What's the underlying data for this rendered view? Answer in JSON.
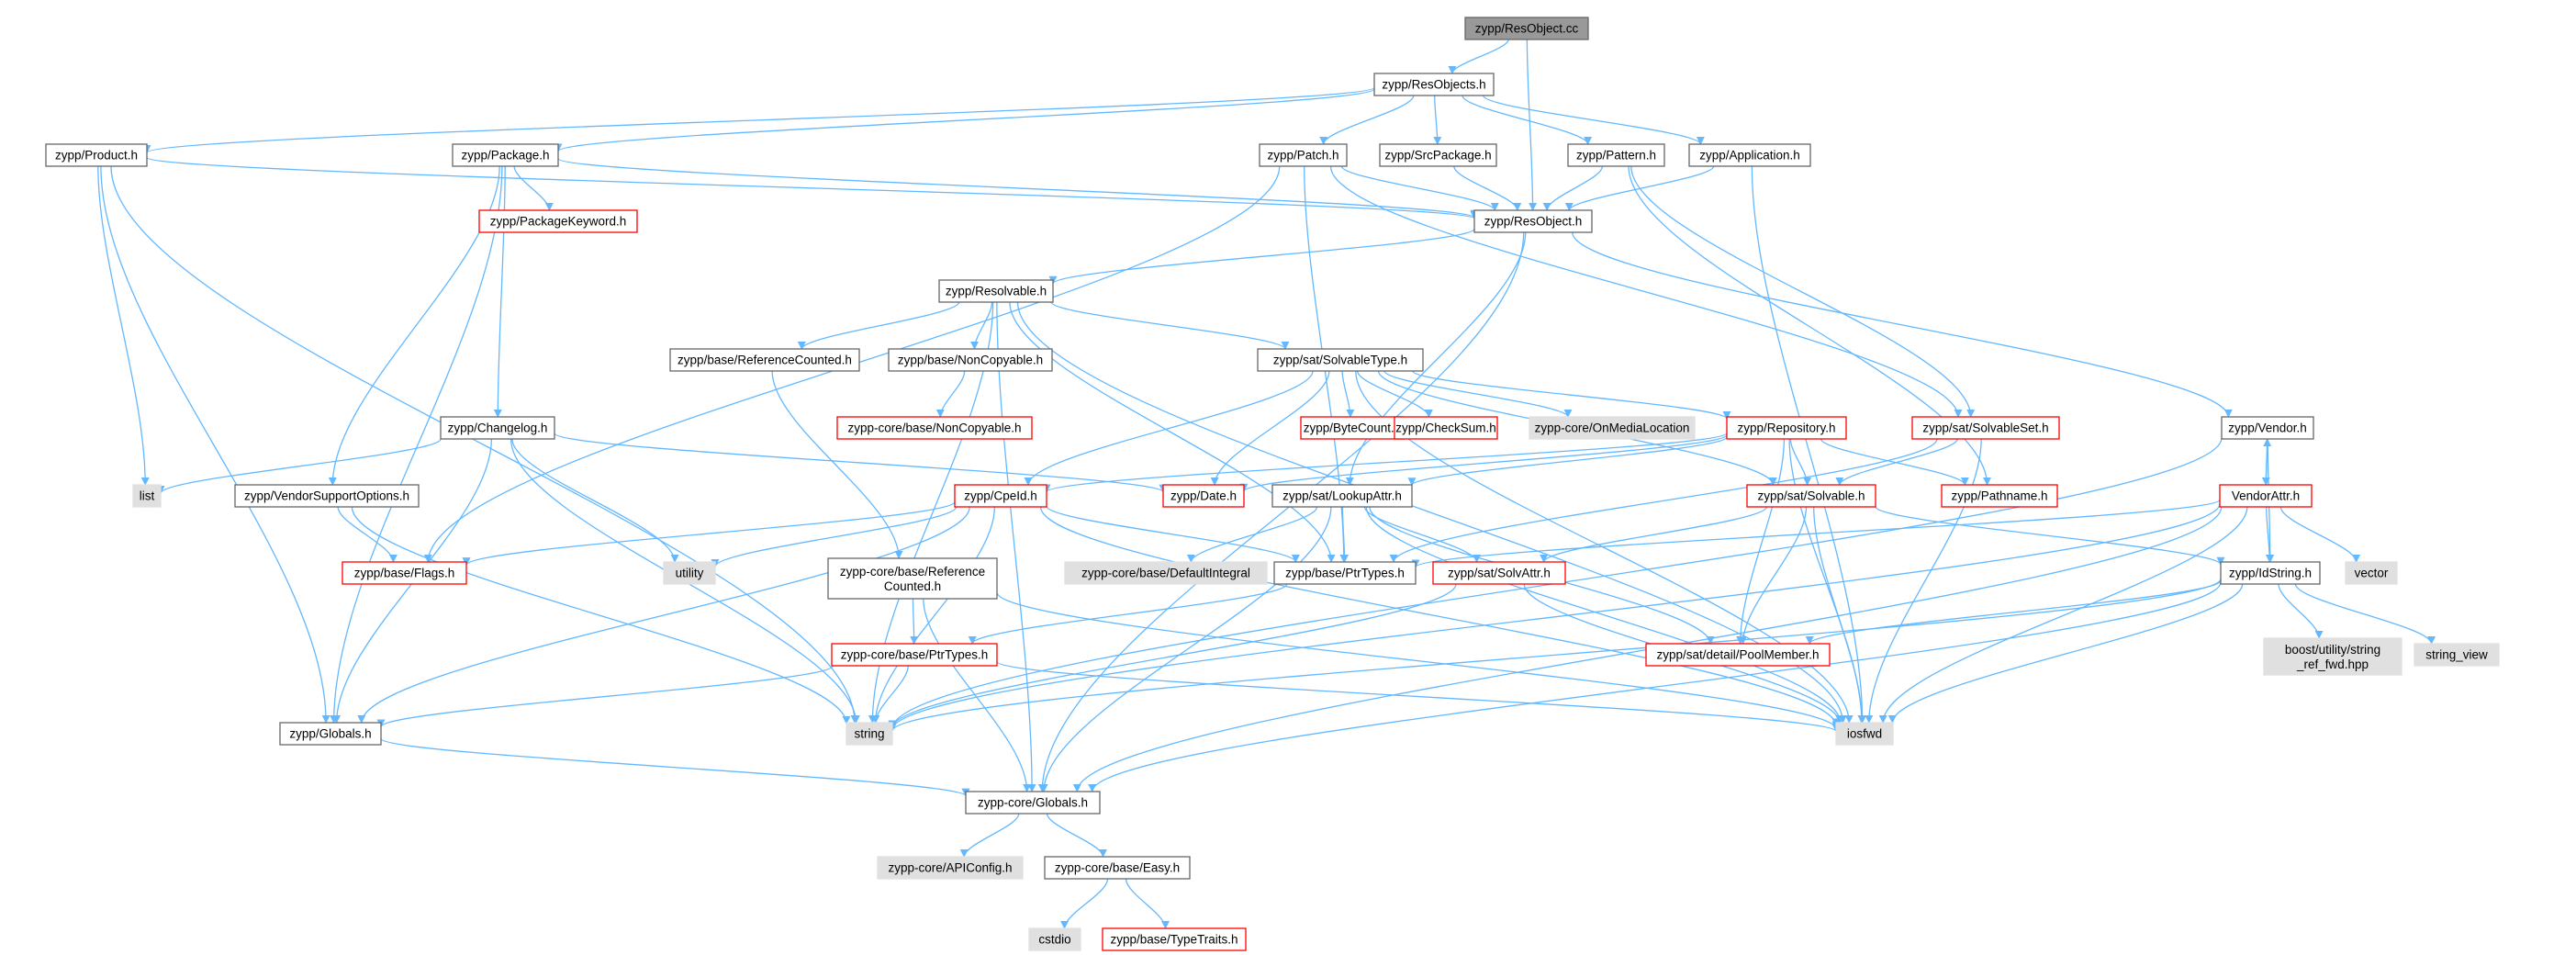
{
  "colors": {
    "edge": "#63b8ff",
    "root_fill": "#999999",
    "root_border": "#666666",
    "normal_fill": "#ffffff",
    "normal_border": "#666666",
    "missing_fill": "#ffffff",
    "missing_border": "#ff0000",
    "external_fill": "#e0e0e0",
    "external_border": "#e0e0e0"
  },
  "nodes": [
    {
      "id": "resobject_cc",
      "label": "zypp/ResObject.cc",
      "kind": "root"
    },
    {
      "id": "resobjects_h",
      "label": "zypp/ResObjects.h",
      "kind": "normal"
    },
    {
      "id": "product_h",
      "label": "zypp/Product.h",
      "kind": "normal"
    },
    {
      "id": "package_h",
      "label": "zypp/Package.h",
      "kind": "normal"
    },
    {
      "id": "patch_h",
      "label": "zypp/Patch.h",
      "kind": "normal"
    },
    {
      "id": "srcpackage_h",
      "label": "zypp/SrcPackage.h",
      "kind": "normal"
    },
    {
      "id": "pattern_h",
      "label": "zypp/Pattern.h",
      "kind": "normal"
    },
    {
      "id": "application_h",
      "label": "zypp/Application.h",
      "kind": "normal"
    },
    {
      "id": "packagekeyword_h",
      "label": "zypp/PackageKeyword.h",
      "kind": "missing"
    },
    {
      "id": "resobject_h",
      "label": "zypp/ResObject.h",
      "kind": "normal"
    },
    {
      "id": "resolvable_h",
      "label": "zypp/Resolvable.h",
      "kind": "normal"
    },
    {
      "id": "refcounted_h",
      "label": "zypp/base/ReferenceCounted.h",
      "kind": "normal"
    },
    {
      "id": "noncopyable_h",
      "label": "zypp/base/NonCopyable.h",
      "kind": "normal"
    },
    {
      "id": "solvabletype_h",
      "label": "zypp/sat/SolvableType.h",
      "kind": "normal"
    },
    {
      "id": "core_noncopyable_h",
      "label": "zypp-core/base/NonCopyable.h",
      "kind": "missing"
    },
    {
      "id": "changelog_h",
      "label": "zypp/Changelog.h",
      "kind": "normal"
    },
    {
      "id": "bytecount_h",
      "label": "zypp/ByteCount.h",
      "kind": "missing"
    },
    {
      "id": "checksum_h",
      "label": "zypp/CheckSum.h",
      "kind": "missing"
    },
    {
      "id": "onmedialocation",
      "label": "zypp-core/OnMediaLocation",
      "kind": "external"
    },
    {
      "id": "repository_h",
      "label": "zypp/Repository.h",
      "kind": "missing"
    },
    {
      "id": "solvableset_h",
      "label": "zypp/sat/SolvableSet.h",
      "kind": "missing"
    },
    {
      "id": "vendor_h",
      "label": "zypp/Vendor.h",
      "kind": "normal"
    },
    {
      "id": "list",
      "label": "list",
      "kind": "external"
    },
    {
      "id": "vendorsupport_h",
      "label": "zypp/VendorSupportOptions.h",
      "kind": "normal"
    },
    {
      "id": "cpeid_h",
      "label": "zypp/CpeId.h",
      "kind": "missing"
    },
    {
      "id": "date_h",
      "label": "zypp/Date.h",
      "kind": "missing"
    },
    {
      "id": "lookupattr_h",
      "label": "zypp/sat/LookupAttr.h",
      "kind": "normal"
    },
    {
      "id": "solvable_h",
      "label": "zypp/sat/Solvable.h",
      "kind": "missing"
    },
    {
      "id": "pathname_h",
      "label": "zypp/Pathname.h",
      "kind": "missing"
    },
    {
      "id": "vendorattr_h",
      "label": "VendorAttr.h",
      "kind": "missing"
    },
    {
      "id": "flags_h",
      "label": "zypp/base/Flags.h",
      "kind": "missing"
    },
    {
      "id": "utility",
      "label": "utility",
      "kind": "external"
    },
    {
      "id": "core_refcounted_h",
      "label": "zypp-core/base/Reference\nCounted.h",
      "kind": "normal"
    },
    {
      "id": "defaultintegral",
      "label": "zypp-core/base/DefaultIntegral",
      "kind": "external"
    },
    {
      "id": "ptrtypes_h",
      "label": "zypp/base/PtrTypes.h",
      "kind": "normal"
    },
    {
      "id": "solvattr_h",
      "label": "zypp/sat/SolvAttr.h",
      "kind": "missing"
    },
    {
      "id": "idstring_h",
      "label": "zypp/IdString.h",
      "kind": "normal"
    },
    {
      "id": "vector",
      "label": "vector",
      "kind": "external"
    },
    {
      "id": "core_ptrtypes_h",
      "label": "zypp-core/base/PtrTypes.h",
      "kind": "missing"
    },
    {
      "id": "poolmember_h",
      "label": "zypp/sat/detail/PoolMember.h",
      "kind": "missing"
    },
    {
      "id": "string_ref_fwd",
      "label": "boost/utility/string\n_ref_fwd.hpp",
      "kind": "external"
    },
    {
      "id": "string_view",
      "label": "string_view",
      "kind": "external"
    },
    {
      "id": "globals_h",
      "label": "zypp/Globals.h",
      "kind": "normal"
    },
    {
      "id": "string",
      "label": "string",
      "kind": "external"
    },
    {
      "id": "iosfwd",
      "label": "iosfwd",
      "kind": "external"
    },
    {
      "id": "core_globals_h",
      "label": "zypp-core/Globals.h",
      "kind": "normal"
    },
    {
      "id": "apiconfig_h",
      "label": "zypp-core/APIConfig.h",
      "kind": "external"
    },
    {
      "id": "easy_h",
      "label": "zypp-core/base/Easy.h",
      "kind": "normal"
    },
    {
      "id": "cstdio",
      "label": "cstdio",
      "kind": "external"
    },
    {
      "id": "typetraits_h",
      "label": "zypp/base/TypeTraits.h",
      "kind": "missing"
    }
  ],
  "edges": [
    [
      "resobject_cc",
      "resobjects_h"
    ],
    [
      "resobject_cc",
      "resobject_h"
    ],
    [
      "resobjects_h",
      "product_h"
    ],
    [
      "resobjects_h",
      "package_h"
    ],
    [
      "resobjects_h",
      "patch_h"
    ],
    [
      "resobjects_h",
      "srcpackage_h"
    ],
    [
      "resobjects_h",
      "pattern_h"
    ],
    [
      "resobjects_h",
      "application_h"
    ],
    [
      "product_h",
      "resobject_h"
    ],
    [
      "product_h",
      "list"
    ],
    [
      "product_h",
      "globals_h"
    ],
    [
      "product_h",
      "string"
    ],
    [
      "package_h",
      "packagekeyword_h"
    ],
    [
      "package_h",
      "resobject_h"
    ],
    [
      "package_h",
      "changelog_h"
    ],
    [
      "package_h",
      "vendorsupport_h"
    ],
    [
      "package_h",
      "globals_h"
    ],
    [
      "patch_h",
      "resobject_h"
    ],
    [
      "patch_h",
      "flags_h"
    ],
    [
      "patch_h",
      "solvableset_h"
    ],
    [
      "patch_h",
      "ptrtypes_h"
    ],
    [
      "srcpackage_h",
      "resobject_h"
    ],
    [
      "pattern_h",
      "resobject_h"
    ],
    [
      "pattern_h",
      "solvableset_h"
    ],
    [
      "pattern_h",
      "pathname_h"
    ],
    [
      "application_h",
      "resobject_h"
    ],
    [
      "application_h",
      "iosfwd"
    ],
    [
      "resobject_h",
      "resolvable_h"
    ],
    [
      "resobject_h",
      "vendor_h"
    ],
    [
      "resobject_h",
      "lookupattr_h"
    ],
    [
      "resobject_h",
      "core_globals_h"
    ],
    [
      "resolvable_h",
      "refcounted_h"
    ],
    [
      "resolvable_h",
      "noncopyable_h"
    ],
    [
      "resolvable_h",
      "solvabletype_h"
    ],
    [
      "resolvable_h",
      "ptrtypes_h"
    ],
    [
      "resolvable_h",
      "string"
    ],
    [
      "resolvable_h",
      "iosfwd"
    ],
    [
      "resolvable_h",
      "core_globals_h"
    ],
    [
      "refcounted_h",
      "core_refcounted_h"
    ],
    [
      "noncopyable_h",
      "core_noncopyable_h"
    ],
    [
      "solvabletype_h",
      "bytecount_h"
    ],
    [
      "solvabletype_h",
      "checksum_h"
    ],
    [
      "solvabletype_h",
      "onmedialocation"
    ],
    [
      "solvabletype_h",
      "repository_h"
    ],
    [
      "solvabletype_h",
      "cpeid_h"
    ],
    [
      "solvabletype_h",
      "date_h"
    ],
    [
      "solvabletype_h",
      "solvable_h"
    ],
    [
      "solvabletype_h",
      "iosfwd"
    ],
    [
      "changelog_h",
      "list"
    ],
    [
      "changelog_h",
      "date_h"
    ],
    [
      "changelog_h",
      "utility"
    ],
    [
      "changelog_h",
      "string"
    ],
    [
      "changelog_h",
      "globals_h"
    ],
    [
      "repository_h",
      "cpeid_h"
    ],
    [
      "repository_h",
      "date_h"
    ],
    [
      "repository_h",
      "lookupattr_h"
    ],
    [
      "repository_h",
      "solvable_h"
    ],
    [
      "repository_h",
      "pathname_h"
    ],
    [
      "repository_h",
      "poolmember_h"
    ],
    [
      "repository_h",
      "iosfwd"
    ],
    [
      "solvableset_h",
      "solvable_h"
    ],
    [
      "solvableset_h",
      "ptrtypes_h"
    ],
    [
      "solvableset_h",
      "iosfwd"
    ],
    [
      "vendor_h",
      "vendorattr_h"
    ],
    [
      "vendor_h",
      "idstring_h"
    ],
    [
      "vendor_h",
      "string"
    ],
    [
      "vendorsupport_h",
      "flags_h"
    ],
    [
      "vendorsupport_h",
      "string"
    ],
    [
      "cpeid_h",
      "flags_h"
    ],
    [
      "cpeid_h",
      "ptrtypes_h"
    ],
    [
      "cpeid_h",
      "utility"
    ],
    [
      "cpeid_h",
      "string"
    ],
    [
      "cpeid_h",
      "globals_h"
    ],
    [
      "cpeid_h",
      "iosfwd"
    ],
    [
      "lookupattr_h",
      "defaultintegral"
    ],
    [
      "lookupattr_h",
      "ptrtypes_h"
    ],
    [
      "lookupattr_h",
      "solvattr_h"
    ],
    [
      "lookupattr_h",
      "poolmember_h"
    ],
    [
      "lookupattr_h",
      "iosfwd"
    ],
    [
      "lookupattr_h",
      "core_globals_h"
    ],
    [
      "solvable_h",
      "solvattr_h"
    ],
    [
      "solvable_h",
      "idstring_h"
    ],
    [
      "solvable_h",
      "poolmember_h"
    ],
    [
      "solvable_h",
      "iosfwd"
    ],
    [
      "vendorattr_h",
      "vendor_h"
    ],
    [
      "vendorattr_h",
      "ptrtypes_h"
    ],
    [
      "vendorattr_h",
      "idstring_h"
    ],
    [
      "vendorattr_h",
      "vector"
    ],
    [
      "vendorattr_h",
      "iosfwd"
    ],
    [
      "vendorattr_h",
      "string"
    ],
    [
      "vendorattr_h",
      "core_globals_h"
    ],
    [
      "core_refcounted_h",
      "core_ptrtypes_h"
    ],
    [
      "core_refcounted_h",
      "core_globals_h"
    ],
    [
      "core_refcounted_h",
      "iosfwd"
    ],
    [
      "ptrtypes_h",
      "core_ptrtypes_h"
    ],
    [
      "solvattr_h",
      "string"
    ],
    [
      "solvattr_h",
      "iosfwd"
    ],
    [
      "idstring_h",
      "poolmember_h"
    ],
    [
      "idstring_h",
      "string_ref_fwd"
    ],
    [
      "idstring_h",
      "string_view"
    ],
    [
      "idstring_h",
      "iosfwd"
    ],
    [
      "idstring_h",
      "string"
    ],
    [
      "idstring_h",
      "core_globals_h"
    ],
    [
      "core_ptrtypes_h",
      "string"
    ],
    [
      "core_ptrtypes_h",
      "iosfwd"
    ],
    [
      "core_ptrtypes_h",
      "globals_h"
    ],
    [
      "globals_h",
      "core_globals_h"
    ],
    [
      "core_globals_h",
      "apiconfig_h"
    ],
    [
      "core_globals_h",
      "easy_h"
    ],
    [
      "easy_h",
      "cstdio"
    ],
    [
      "easy_h",
      "typetraits_h"
    ]
  ]
}
